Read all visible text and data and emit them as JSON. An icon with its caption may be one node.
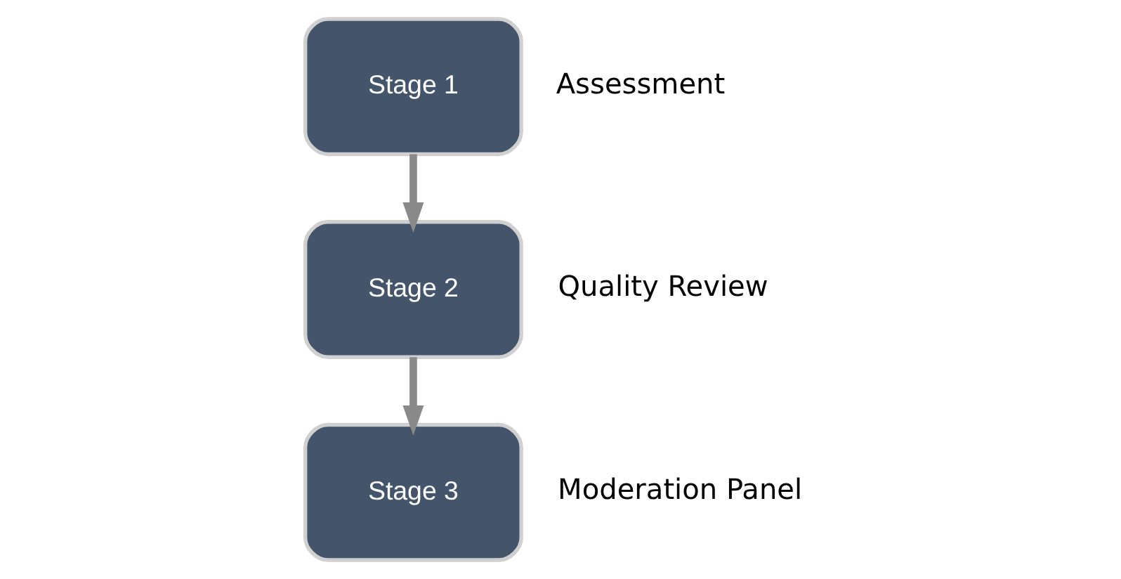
{
  "diagram": {
    "nodes": [
      {
        "text": [
          "Stage 1"
        ],
        "beside": [
          "Assessment"
        ]
      },
      {
        "text": [
          "Stage 2"
        ],
        "beside": [
          "Quality Review"
        ]
      },
      {
        "text": [
          "Stage 3"
        ],
        "beside": [
          "Moderation Panel"
        ]
      }
    ],
    "edges": [
      {
        "from": 0,
        "to": 1,
        "arrow": "to"
      },
      {
        "from": 1,
        "to": 2,
        "arrow": "to"
      }
    ]
  }
}
